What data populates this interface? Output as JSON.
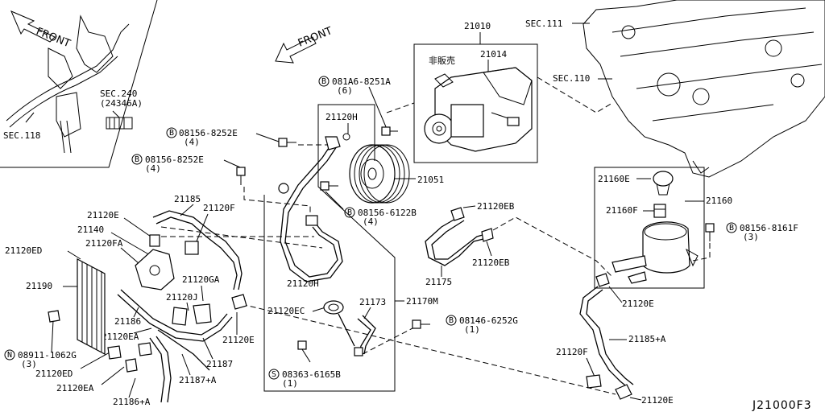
{
  "inset": {
    "front_label": "FRONT",
    "sec240": "SEC.240",
    "part_24346a": "(24346A)",
    "sec118": "SEC.118"
  },
  "main": {
    "front_label": "FRONT"
  },
  "engine": {
    "sec111": "SEC.111",
    "sec110": "SEC.110"
  },
  "callouts": {
    "b": "B",
    "s": "S",
    "n": "N"
  },
  "parts": {
    "p21010": "21010",
    "p21014": "21014",
    "not_sold": "非販売",
    "p21051": "21051",
    "p21120h": "21120H",
    "p21120eb": "21120EB",
    "p21175": "21175",
    "p21160": "21160",
    "p21160e": "21160E",
    "p21160f": "21160F",
    "p21120e": "21120E",
    "p21185a": "21185+A",
    "p21120f": "21120F",
    "p21173": "21173",
    "p21170m": "21170M",
    "p21120ec": "21120EC",
    "p21185": "21185",
    "p21140": "21140",
    "p21120fa": "21120FA",
    "p21120ed": "21120ED",
    "p21190": "21190",
    "p21120ga": "21120GA",
    "p21120j": "21120J",
    "p21186": "21186",
    "p21120ea": "21120EA",
    "p21187": "21187",
    "p21187a": "21187+A",
    "p21186a": "21186+A"
  },
  "bolts": {
    "b081a6": {
      "code": "081A6-8251A",
      "qty": "(6)"
    },
    "b6122b": {
      "code": "08156-6122B",
      "qty": "(4)"
    },
    "b8252e_1": {
      "code": "08156-8252E",
      "qty": "(4)"
    },
    "b8252e_2": {
      "code": "08156-8252E",
      "qty": "(4)"
    },
    "s6165b": {
      "code": "08363-6165B",
      "qty": "(1)"
    },
    "b6252g": {
      "code": "08146-6252G",
      "qty": "(1)"
    },
    "b8161f": {
      "code": "08156-8161F",
      "qty": "(3)"
    },
    "n1062g": {
      "code": "08911-1062G",
      "qty": "(3)"
    }
  },
  "diagram": {
    "code": "J21000F3"
  }
}
